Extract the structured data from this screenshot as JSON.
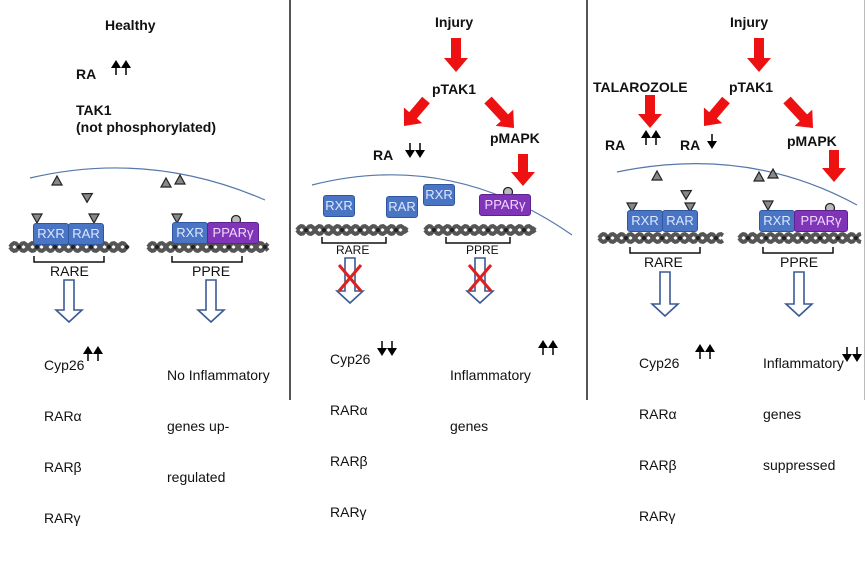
{
  "panels": [
    {
      "id": "healthy",
      "title": "Healthy",
      "ra_label": "RA",
      "ra_change": "up-up",
      "tak1_label": "TAK1",
      "tak1_note": "(not phosphorylated)",
      "complexes": [
        {
          "proteins": [
            "RXR",
            "RAR"
          ],
          "element": "RARE",
          "blocked": false,
          "ligands": 2
        },
        {
          "proteins": [
            "RXR",
            "PPARγ"
          ],
          "element": "PPRE",
          "blocked": false,
          "ligands": 1
        }
      ],
      "outputs": [
        {
          "lines": [
            "Cyp26",
            "RARα",
            "RARβ",
            "RARγ"
          ],
          "change": "up-up"
        },
        {
          "lines": [
            "No Inflammatory",
            "genes up-",
            "regulated"
          ],
          "change": "none"
        }
      ]
    },
    {
      "id": "injury",
      "title": "Injury",
      "ptak1_label": "pTAK1",
      "ra_label": "RA",
      "ra_change": "down-down",
      "pmapk_label": "pMAPK",
      "complexes": [
        {
          "proteins": [
            "RXR",
            "RAR"
          ],
          "element": "RARE",
          "blocked": true
        },
        {
          "proteins": [
            "RXR",
            "PPARγ"
          ],
          "element": "PPRE",
          "blocked": true
        }
      ],
      "outputs": [
        {
          "lines": [
            "Cyp26",
            "RARα",
            "RARβ",
            "RARγ"
          ],
          "change": "down-down"
        },
        {
          "lines": [
            "Inflammatory",
            "genes"
          ],
          "change": "up-up"
        }
      ]
    },
    {
      "id": "injury-talarozole",
      "title": "Injury",
      "drug_label": "TALAROZOLE",
      "ptak1_label": "pTAK1",
      "ra_up_label": "RA",
      "ra_up_change": "up-up",
      "ra_down_label": "RA",
      "ra_down_change": "down",
      "pmapk_label": "pMAPK",
      "complexes": [
        {
          "proteins": [
            "RXR",
            "RAR"
          ],
          "element": "RARE",
          "blocked": false,
          "ligands": 2
        },
        {
          "proteins": [
            "RXR",
            "PPARγ"
          ],
          "element": "PPRE",
          "blocked": false,
          "ligands": 1
        }
      ],
      "outputs": [
        {
          "lines": [
            "Cyp26",
            "RARα",
            "RARβ",
            "RARγ"
          ],
          "change": "up-up"
        },
        {
          "lines": [
            "Inflammatory",
            "genes",
            "suppressed"
          ],
          "change": "down-down"
        }
      ]
    }
  ],
  "colors": {
    "signal_arrow": "#ee1111",
    "membrane": "#5577aa",
    "rxr_rar": "#4a74c4",
    "ppar": "#8034b8",
    "dna": "#555555",
    "output_arrow": "#3a5a94",
    "block_x": "#e02020"
  }
}
